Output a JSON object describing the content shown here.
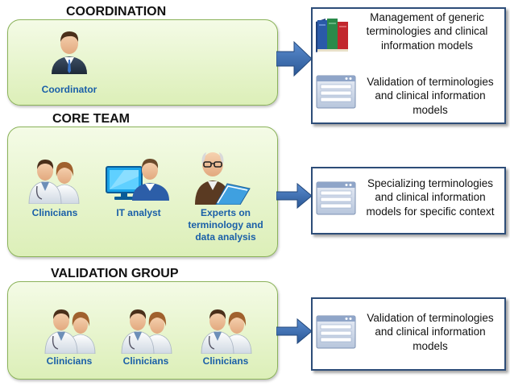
{
  "sections": {
    "coordination": {
      "title": "COORDINATION",
      "roles": [
        "Coordinator"
      ]
    },
    "core_team": {
      "title": "CORE TEAM",
      "roles": [
        "Clinicians",
        "IT analyst",
        "Experts on terminology and data analysis"
      ]
    },
    "validation_group": {
      "title": "VALIDATION GROUP",
      "roles": [
        "Clinicians",
        "Clinicians",
        "Clinicians"
      ]
    }
  },
  "outputs": {
    "coordination": [
      "Management of generic terminologies and clinical information models",
      "Validation of terminologies and clinical information models"
    ],
    "core_team": [
      "Specializing terminologies and clinical information models for specific context"
    ],
    "validation_group": [
      "Validation of terminologies and clinical information models"
    ]
  },
  "colors": {
    "group_border": "#8bb35a",
    "role_text": "#1a5fa8",
    "box_border": "#2d4d78",
    "arrow": "#3a6aa8"
  },
  "icons": [
    "coordinator-icon",
    "clinicians-icon",
    "it-analyst-icon",
    "expert-icon",
    "books-icon",
    "form-icon"
  ]
}
